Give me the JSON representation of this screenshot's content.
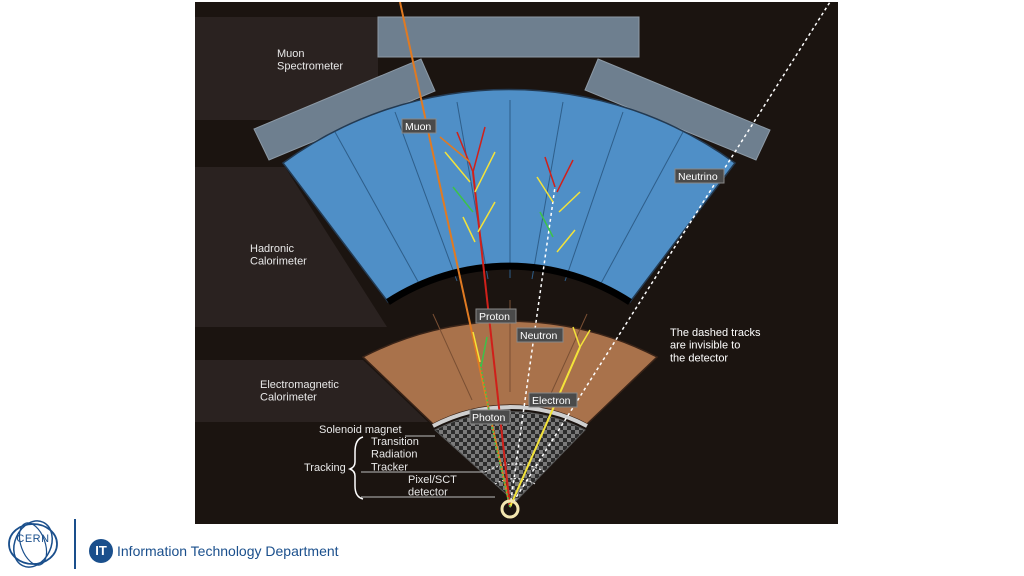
{
  "diagram": {
    "layers": {
      "muon_spectrometer": "Muon\nSpectrometer",
      "hadronic_calorimeter": "Hadronic\nCalorimeter",
      "electromagnetic_calorimeter": "Electromagnetic\nCalorimeter",
      "solenoid_magnet": "Solenoid magnet",
      "tracking": "Tracking",
      "transition_radiation_tracker": "Transition\nRadiation\nTracker",
      "pixel_sct_detector": "Pixel/SCT\ndetector"
    },
    "particles": {
      "muon": "Muon",
      "neutrino": "Neutrino",
      "proton": "Proton",
      "neutron": "Neutron",
      "photon": "Photon",
      "electron": "Electron"
    },
    "note": "The dashed tracks\nare invisible to\nthe detector",
    "colors": {
      "background": "#1b1410",
      "muon_chamber": "#6e7f8f",
      "hadronic": "#4f8fc7",
      "electromagnetic": "#a9724b",
      "muon_track": "#e07a22",
      "proton_track": "#d0201a",
      "electron_track": "#f3e33a"
    }
  },
  "footer": {
    "org_logo": "CERN",
    "it_badge": "IT",
    "department": "Information Technology Department"
  }
}
